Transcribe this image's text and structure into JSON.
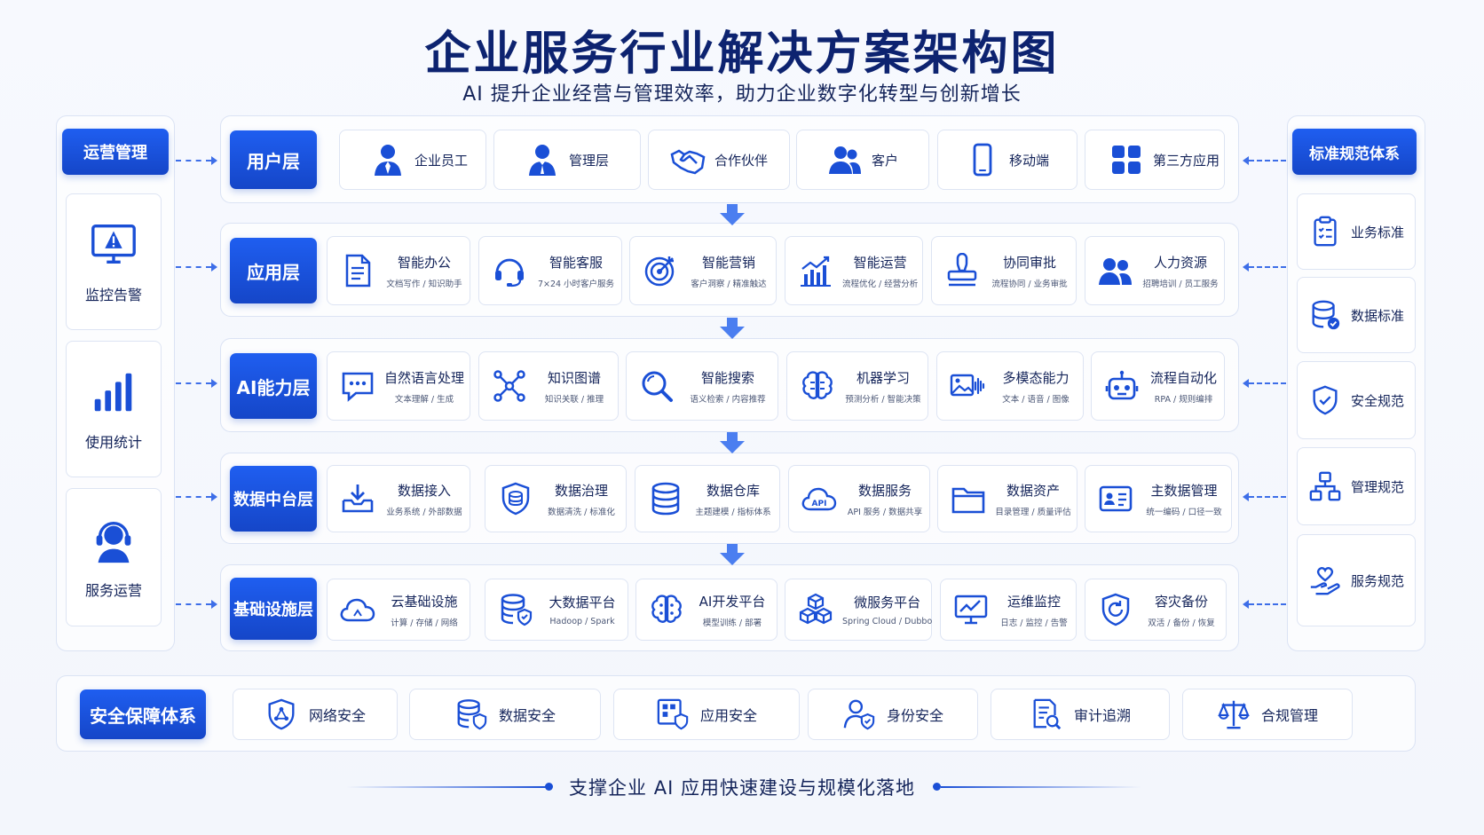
{
  "title": "企业服务行业解决方案架构图",
  "subtitle": "AI 提升企业经营与管理效率，助力企业数字化转型与创新增长",
  "left": {
    "header": "运营管理",
    "items": [
      {
        "label": "监控告警",
        "icon": "monitor-alert-icon"
      },
      {
        "label": "使用统计",
        "icon": "bar-chart-icon"
      },
      {
        "label": "服务运营",
        "icon": "headset-agent-icon"
      }
    ]
  },
  "right": {
    "header": "标准规范体系",
    "items": [
      {
        "label": "业务标准",
        "icon": "clipboard-list-icon"
      },
      {
        "label": "数据标准",
        "icon": "database-check-icon"
      },
      {
        "label": "安全规范",
        "icon": "shield-check-icon"
      },
      {
        "label": "管理规范",
        "icon": "org-chart-icon"
      },
      {
        "label": "服务规范",
        "icon": "hand-heart-icon"
      }
    ]
  },
  "layers": [
    {
      "name": "用户层",
      "items": [
        {
          "name": "企业员工",
          "icon": "employee-icon"
        },
        {
          "name": "管理层",
          "icon": "manager-icon"
        },
        {
          "name": "合作伙伴",
          "icon": "handshake-icon"
        },
        {
          "name": "客户",
          "icon": "customers-icon"
        },
        {
          "name": "移动端",
          "icon": "mobile-icon"
        },
        {
          "name": "第三方应用",
          "icon": "apps-grid-icon"
        }
      ]
    },
    {
      "name": "应用层",
      "items": [
        {
          "name": "智能办公",
          "desc": "文档写作 / 知识助手",
          "icon": "document-icon"
        },
        {
          "name": "智能客服",
          "desc": "7×24 小时客户服务",
          "icon": "headset-icon"
        },
        {
          "name": "智能营销",
          "desc": "客户洞察 / 精准触达",
          "icon": "target-icon"
        },
        {
          "name": "智能运营",
          "desc": "流程优化 / 经营分析",
          "icon": "analytics-icon"
        },
        {
          "name": "协同审批",
          "desc": "流程协同 / 业务审批",
          "icon": "stamp-icon"
        },
        {
          "name": "人力资源",
          "desc": "招聘培训 / 员工服务",
          "icon": "people-icon"
        }
      ]
    },
    {
      "name": "AI能力层",
      "items": [
        {
          "name": "自然语言处理",
          "desc": "文本理解 / 生成",
          "icon": "chat-bubble-icon"
        },
        {
          "name": "知识图谱",
          "desc": "知识关联 / 推理",
          "icon": "graph-network-icon"
        },
        {
          "name": "智能搜索",
          "desc": "语义检索 / 内容推荐",
          "icon": "search-icon"
        },
        {
          "name": "机器学习",
          "desc": "预测分析 / 智能决策",
          "icon": "brain-icon"
        },
        {
          "name": "多模态能力",
          "desc": "文本 / 语音 / 图像",
          "icon": "image-audio-icon"
        },
        {
          "name": "流程自动化",
          "desc": "RPA / 规则编排",
          "icon": "robot-icon"
        }
      ]
    },
    {
      "name": "数据中台层",
      "items": [
        {
          "name": "数据接入",
          "desc": "业务系统 / 外部数据",
          "icon": "inbox-download-icon"
        },
        {
          "name": "数据治理",
          "desc": "数据清洗 / 标准化",
          "icon": "shield-database-icon"
        },
        {
          "name": "数据仓库",
          "desc": "主题建模 / 指标体系",
          "icon": "database-icon"
        },
        {
          "name": "数据服务",
          "desc": "API 服务 / 数据共享",
          "icon": "api-cloud-icon"
        },
        {
          "name": "数据资产",
          "desc": "目录管理 / 质量评估",
          "icon": "folder-icon"
        },
        {
          "name": "主数据管理",
          "desc": "统一编码 / 口径一致",
          "icon": "id-card-icon"
        }
      ]
    },
    {
      "name": "基础设施层",
      "items": [
        {
          "name": "云基础设施",
          "desc": "计算 / 存储 / 网络",
          "icon": "cloud-icon"
        },
        {
          "name": "大数据平台",
          "desc": "Hadoop / Spark",
          "icon": "database-shield-icon"
        },
        {
          "name": "AI开发平台",
          "desc": "模型训练 / 部署",
          "icon": "ai-brain-icon"
        },
        {
          "name": "微服务平台",
          "desc": "Spring Cloud / Dubbo",
          "icon": "cubes-icon"
        },
        {
          "name": "运维监控",
          "desc": "日志 / 监控 / 告警",
          "icon": "monitor-chart-icon"
        },
        {
          "name": "容灾备份",
          "desc": "双活 / 备份 / 恢复",
          "icon": "backup-icon"
        }
      ]
    }
  ],
  "security": {
    "header": "安全保障体系",
    "items": [
      {
        "label": "网络安全",
        "icon": "network-shield-icon"
      },
      {
        "label": "数据安全",
        "icon": "database-lock-icon"
      },
      {
        "label": "应用安全",
        "icon": "app-shield-icon"
      },
      {
        "label": "身份安全",
        "icon": "user-shield-icon"
      },
      {
        "label": "审计追溯",
        "icon": "audit-search-icon"
      },
      {
        "label": "合规管理",
        "icon": "scales-icon"
      }
    ]
  },
  "footer": "支撑企业 AI 应用快速建设与规模化落地",
  "colors": {
    "primary": "#1a4fd6",
    "title": "#0d2370",
    "border": "#dde4f3"
  }
}
